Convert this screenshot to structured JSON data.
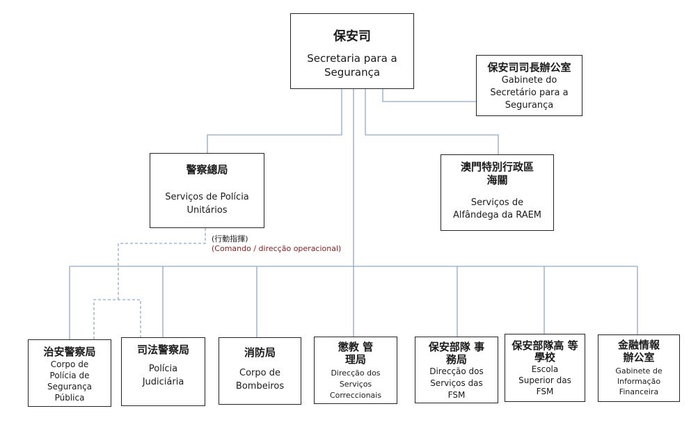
{
  "nodes": {
    "root": {
      "zh": "保安司",
      "pt": "Secretaria para a Segurança"
    },
    "cabinet": {
      "zh": "保安司司長辦公室",
      "pt": "Gabinete do Secretário para a Segurança"
    },
    "police_general": {
      "zh": "警察總局",
      "pt": "Serviços de Polícia Unitários"
    },
    "customs": {
      "zh": "澳門特別行政區 海關",
      "pt": "Serviços de Alfândega da RAEM"
    },
    "psp": {
      "zh": "治安警察局",
      "pt": "Corpo de Polícia de Segurança Pública"
    },
    "pj": {
      "zh": "司法警察局",
      "pt": "Polícia Judiciária"
    },
    "fire": {
      "zh": "消防局",
      "pt": "Corpo de Bombeiros"
    },
    "correctional": {
      "zh": "懲教 管理局",
      "pt": "Direcção dos Serviços Correccionais"
    },
    "fsm_services": {
      "zh": "保安部隊 事務局",
      "pt": "Direcção dos Serviços das FSM"
    },
    "fsm_school": {
      "zh": "保安部隊高 等學校",
      "pt": "Escola Superior das FSM"
    },
    "financial": {
      "zh": "金融情報 辦公室",
      "pt": "Gabinete de Informação Financeira"
    }
  },
  "annotation": {
    "zh": "(行動指揮)",
    "pt": "(Comando / direcção operacional)"
  },
  "colors": {
    "line": "#8fa9c9",
    "box_border": "#222222",
    "annotation_text": "#8b1a1a"
  }
}
